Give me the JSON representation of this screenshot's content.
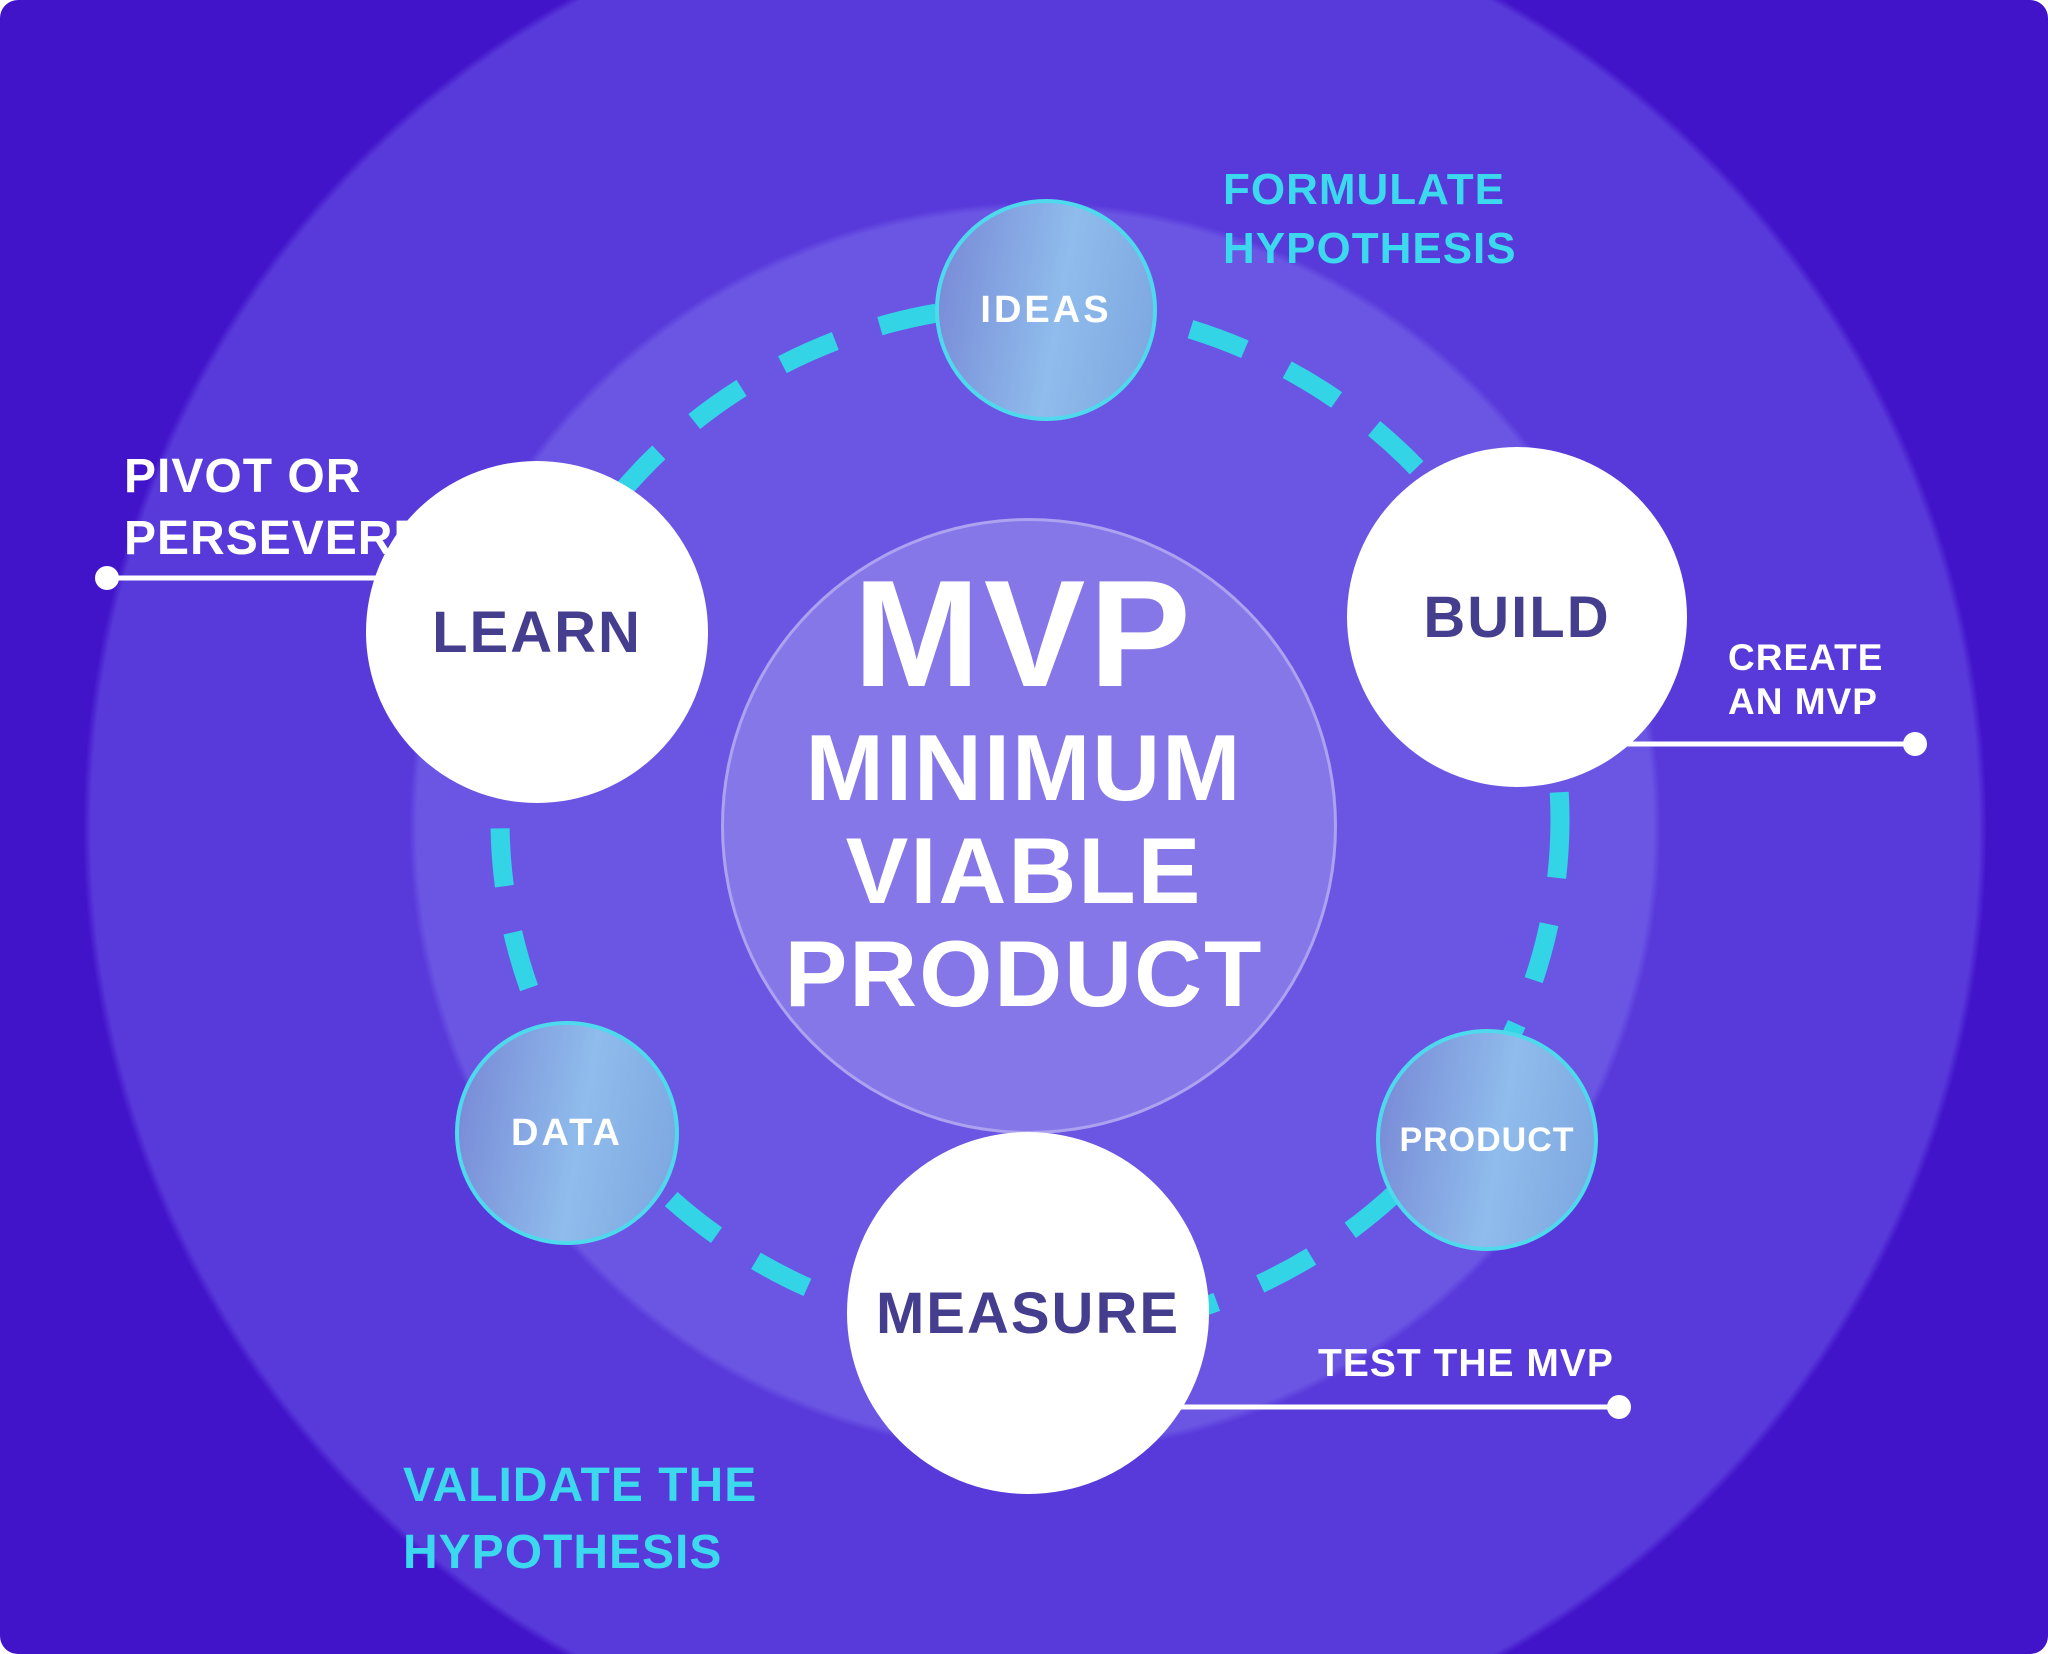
{
  "title": {
    "acronym": "MVP",
    "word1": "MINIMUM",
    "word2": "VIABLE",
    "word3": "PRODUCT"
  },
  "nodes": {
    "learn": {
      "label": "LEARN"
    },
    "build": {
      "label": "BUILD"
    },
    "measure": {
      "label": "MEASURE"
    },
    "ideas": {
      "label": "IDEAS"
    },
    "data": {
      "label": "DATA"
    },
    "product": {
      "label": "PRODUCT"
    }
  },
  "annotations": {
    "formulate": {
      "text": "FORMULATE\nHYPOTHESIS"
    },
    "pivot": {
      "text": "PIVOT OR\nPERSEVERE?"
    },
    "create": {
      "text": "CREATE\nAN MVP"
    },
    "test": {
      "text": "TEST THE MVP"
    },
    "validate": {
      "text": "VALIDATE THE\nHYPOTHESIS"
    }
  },
  "colors": {
    "background_outer": "#4113C9",
    "background_ring": "#5839DA",
    "background_inner": "#6B56E4",
    "center_circle": "#8577E8",
    "accent_cyan_text": "#3BD8EE",
    "dash_cyan": "#33D4E6",
    "node_white": "#FFFFFF",
    "node_blue_gradient_start": "#7787D5",
    "node_blue_gradient_mid": "#8FBCEC",
    "node_blue_border": "#4ED9EC",
    "dark_label_indigo": "#453E8E",
    "white_text": "#FFFFFF"
  }
}
